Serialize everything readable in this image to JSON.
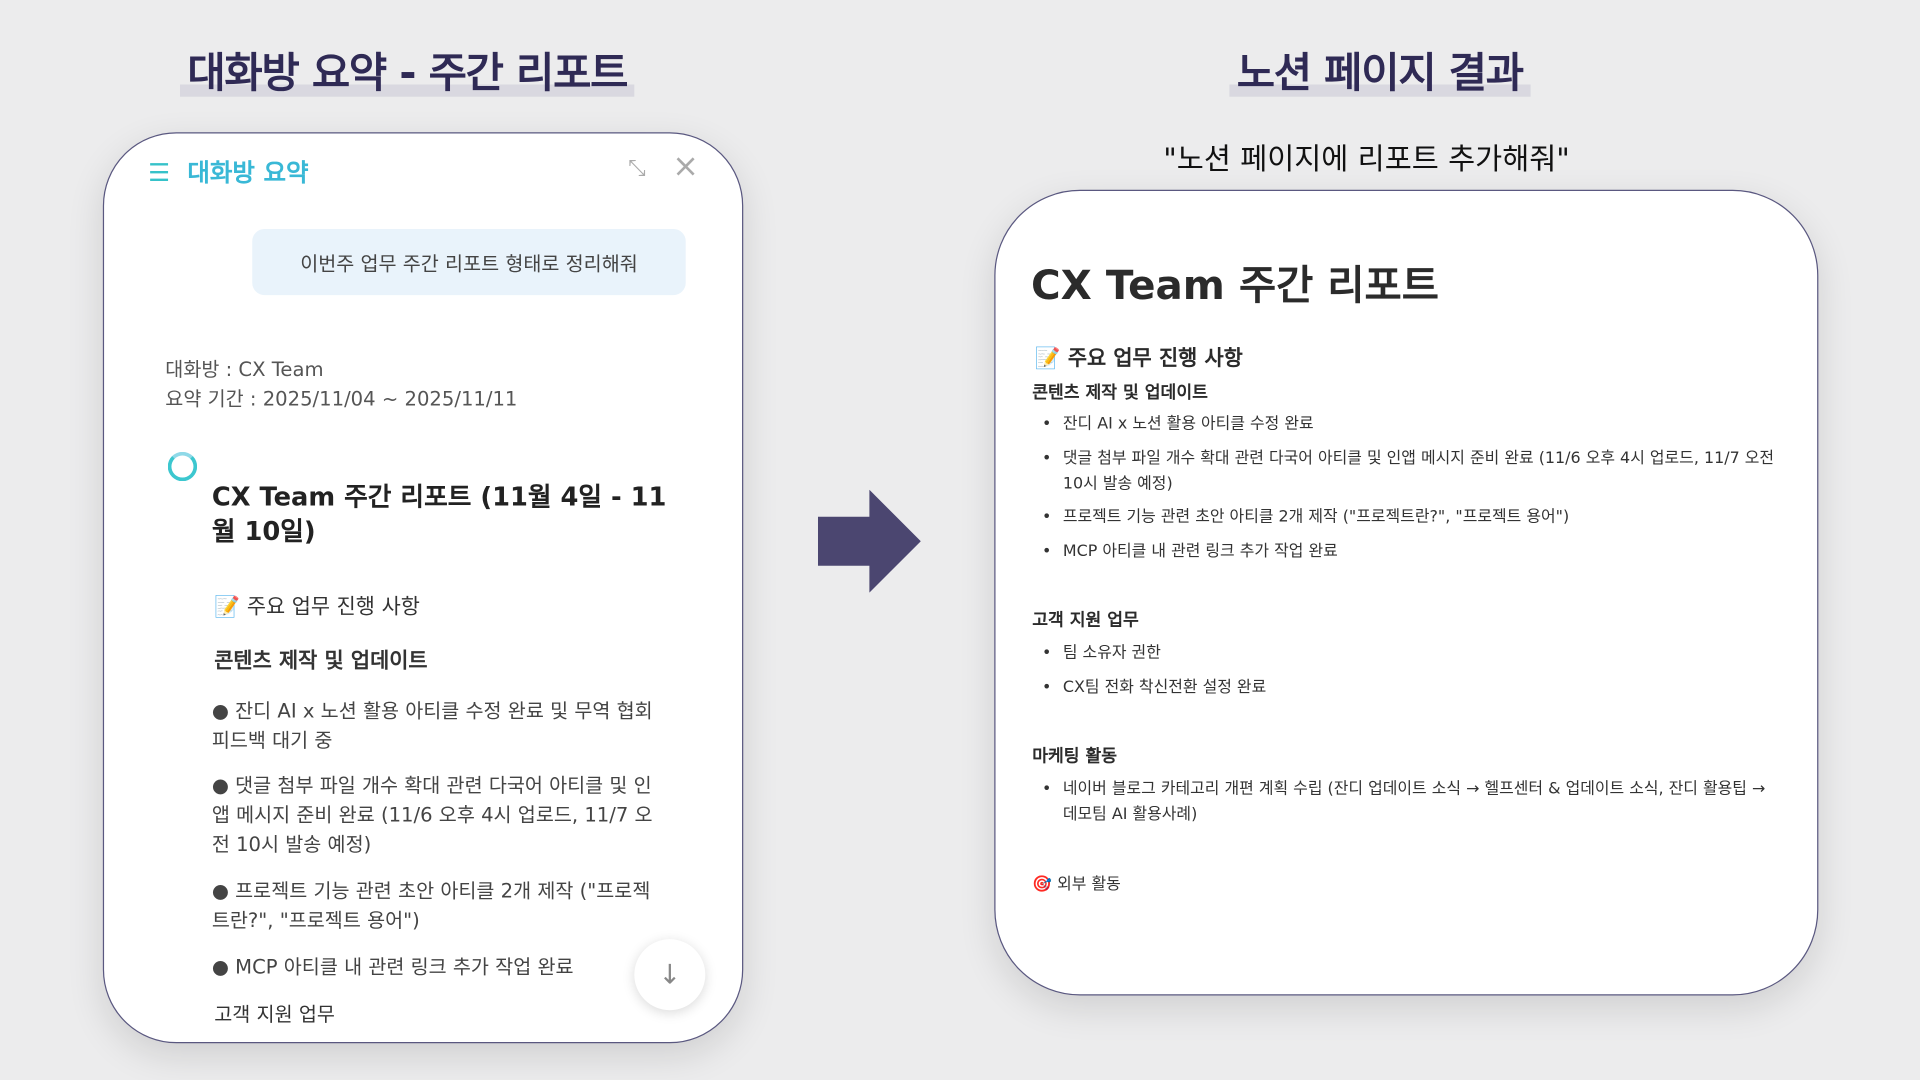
{
  "left_title": "대화방 요약 - 주간 리포트",
  "right_title": "노션 페이지 결과",
  "quote": "\"노션 페이지에 리포트 추가해줘\"",
  "chat": {
    "header": "대화방 요약",
    "user_message": "이번주 업무 주간 리포트 형태로 정리해줘",
    "room": "대화방 : CX Team",
    "period": "요약 기간 : 2025/11/04 ~ 2025/11/11",
    "report_title": "CX Team 주간 리포트 (11월 4일 - 11월 10일)",
    "section": "📝 주요 업무 진행 사항",
    "subsection": "콘텐츠 제작 및 업데이트",
    "bullets": [
      "● 잔디 AI x 노션 활용 아티클 수정 완료 및 무역 협회 피드백 대기 중",
      "● 댓글 첨부 파일 개수 확대 관련 다국어 아티클 및 인앱 메시지 준비 완료 (11/6 오후 4시 업로드, 11/7 오전 10시 발송 예정)",
      "● 프로젝트 기능 관련 초안 아티클 2개 제작 (\"프로젝트란?\", \"프로젝트 용어\")",
      "● MCP 아티클 내 관련 링크 추가 작업 완료"
    ],
    "next_section": "고객 지원 업무"
  },
  "notion": {
    "title": "CX Team 주간 리포트",
    "heading": "📝 주요 업무 진행 사항",
    "sections": [
      {
        "title": "콘텐츠 제작 및 업데이트",
        "items": [
          "잔디 AI x 노션 활용 아티클 수정 완료",
          "댓글 첨부 파일 개수 확대 관련 다국어 아티클 및 인앱 메시지 준비 완료 (11/6 오후 4시 업로드, 11/7 오전 10시 발송 예정)",
          "프로젝트 기능 관련 초안 아티클 2개 제작 (\"프로젝트란?\", \"프로젝트 용어\")",
          "MCP 아티클 내 관련 링크 추가 작업 완료"
        ]
      },
      {
        "title": "고객 지원 업무",
        "items": [
          "팀 소유자 권한",
          "CX팀 전화 착신전환 설정 완료"
        ]
      },
      {
        "title": "마케팅 활동",
        "items": [
          "네이버 블로그 카테고리 개편 계획 수립 (잔디 업데이트 소식 → 헬프센터 & 업데이트 소식, 잔디 활용팁 → 데모팀 AI 활용사례)"
        ]
      }
    ],
    "external": "🎯 외부 활동"
  },
  "colors": {
    "accent": "#2f2a55",
    "arrow": "#4b4670",
    "bubble": "#e9f3fb"
  }
}
